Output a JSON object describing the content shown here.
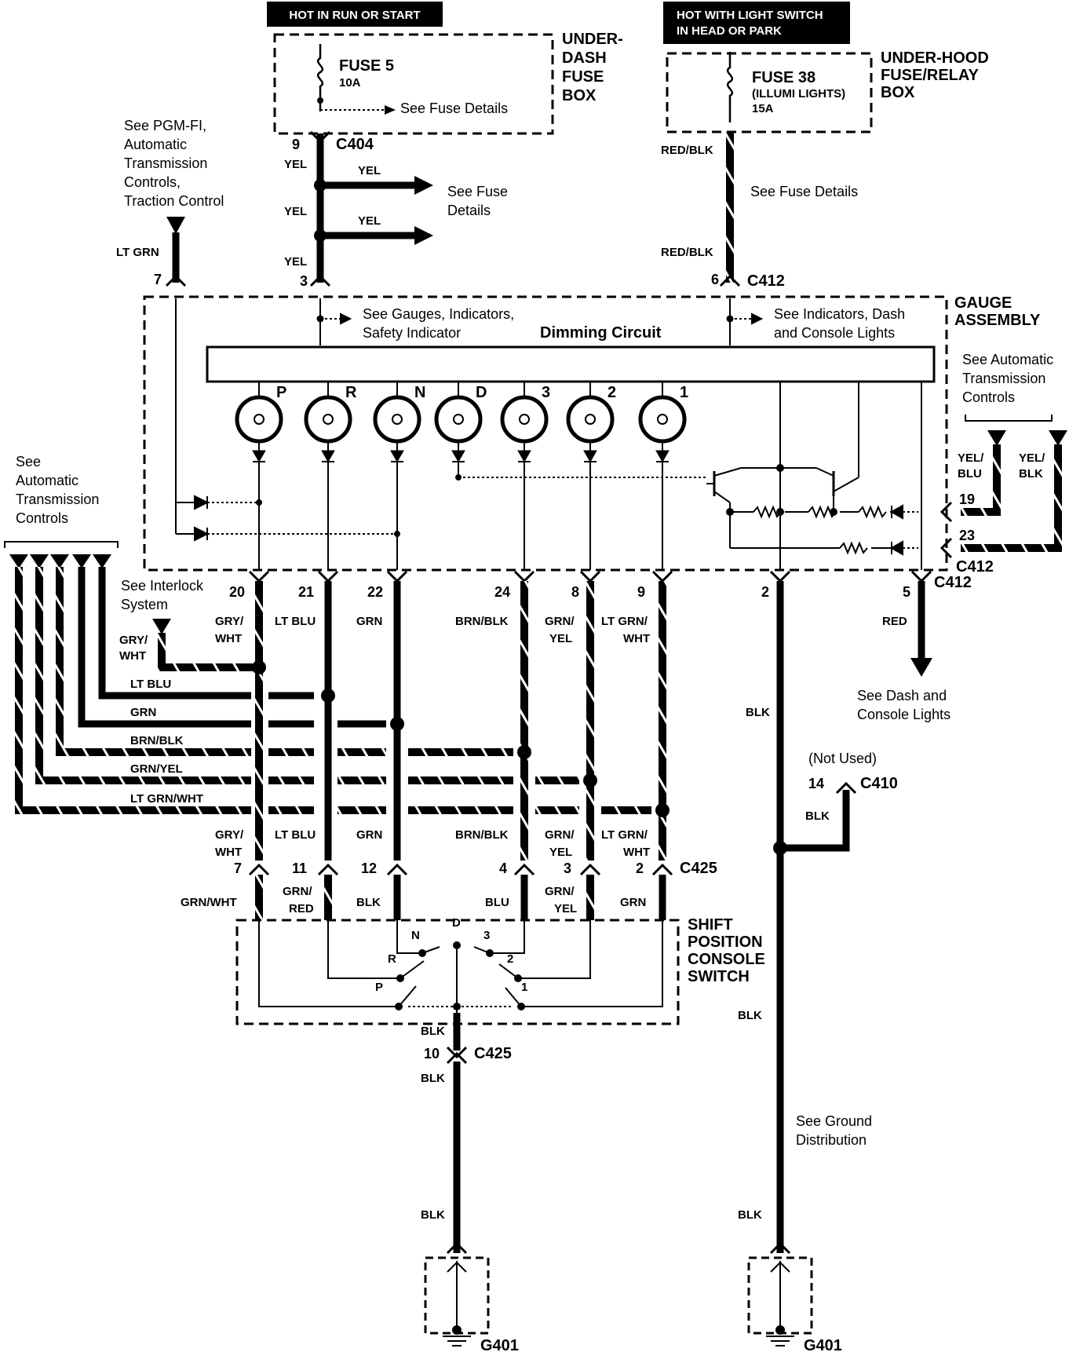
{
  "headers": {
    "hot_run": "HOT IN RUN OR START",
    "hot_light_1": "HOT WITH LIGHT SWITCH",
    "hot_light_2": "IN HEAD OR PARK"
  },
  "boxes": {
    "underdash": [
      "UNDER-",
      "DASH",
      "FUSE",
      "BOX"
    ],
    "underhood": [
      "UNDER-HOOD",
      "FUSE/RELAY",
      "BOX"
    ],
    "gauge": [
      "GAUGE",
      "ASSEMBLY"
    ],
    "shift": [
      "SHIFT",
      "POSITION",
      "CONSOLE",
      "SWITCH"
    ]
  },
  "fuses": {
    "fuse5": "FUSE 5",
    "fuse5_amp": "10A",
    "fuse38": "FUSE 38",
    "fuse38_name": "(ILLUMI LIGHTS)",
    "fuse38_amp": "15A"
  },
  "refs": {
    "fuse_details": "See Fuse Details",
    "fuse_details_a": "See Fuse",
    "fuse_details_b": "Details",
    "pgm": [
      "See PGM-FI,",
      "Automatic",
      "Transmission",
      "Controls,",
      "Traction Control"
    ],
    "gauges": [
      "See Gauges, Indicators,",
      "Safety Indicator"
    ],
    "dimming": "Dimming Circuit",
    "indicators": [
      "See Indicators, Dash",
      "and Console Lights"
    ],
    "atc_right": [
      "See Automatic",
      "Transmission",
      "Controls"
    ],
    "atc_left": [
      "See",
      "Automatic",
      "Transmission",
      "Controls"
    ],
    "interlock": [
      "See Interlock",
      "System"
    ],
    "dash_console": [
      "See Dash and",
      "Console Lights"
    ],
    "not_used": "(Not Used)",
    "ground_dist": [
      "See Ground",
      "Distribution"
    ]
  },
  "connectors": {
    "c404": "C404",
    "c412": "C412",
    "c425": "C425",
    "c410": "C410",
    "g401": "G401"
  },
  "pins": {
    "c404_9": "9",
    "lt_grn_7": "7",
    "c412_3": "3",
    "c412_6": "6",
    "c412_19": "19",
    "c412_23": "23",
    "gauge_out": [
      "20",
      "21",
      "22",
      "24",
      "8",
      "9",
      "2",
      "5"
    ],
    "c425_top": [
      "7",
      "11",
      "12",
      "4",
      "3",
      "2"
    ],
    "c425_10": "10",
    "c410_14": "14"
  },
  "wires": {
    "yel": "YEL",
    "red_blk": "RED/BLK",
    "lt_grn": "LT GRN",
    "yel_blu": [
      "YEL/",
      "BLU"
    ],
    "yel_blk": [
      "YEL/",
      "BLK"
    ],
    "gauge_out": [
      [
        "GRY/",
        "WHT"
      ],
      [
        "LT BLU"
      ],
      [
        "GRN"
      ],
      [
        "BRN/BLK"
      ],
      [
        "GRN/",
        "YEL"
      ],
      [
        "LT GRN/",
        "WHT"
      ]
    ],
    "blk": "BLK",
    "red": "RED",
    "left_bus": [
      "LT BLU",
      "GRN",
      "BRN/BLK",
      "GRN/YEL",
      "LT GRN/WHT"
    ],
    "gry_wht_side": [
      "GRY/",
      "WHT"
    ],
    "c425_bottom": [
      [
        "GRN/WHT"
      ],
      [
        "GRN/",
        "RED"
      ],
      [
        "BLK"
      ],
      [
        "BLU"
      ],
      [
        "GRN/",
        "YEL"
      ],
      [
        "GRN"
      ]
    ]
  },
  "lamps": [
    "P",
    "R",
    "N",
    "D",
    "3",
    "2",
    "1"
  ],
  "switch_positions": [
    "P",
    "R",
    "N",
    "D",
    "3",
    "2",
    "1"
  ]
}
